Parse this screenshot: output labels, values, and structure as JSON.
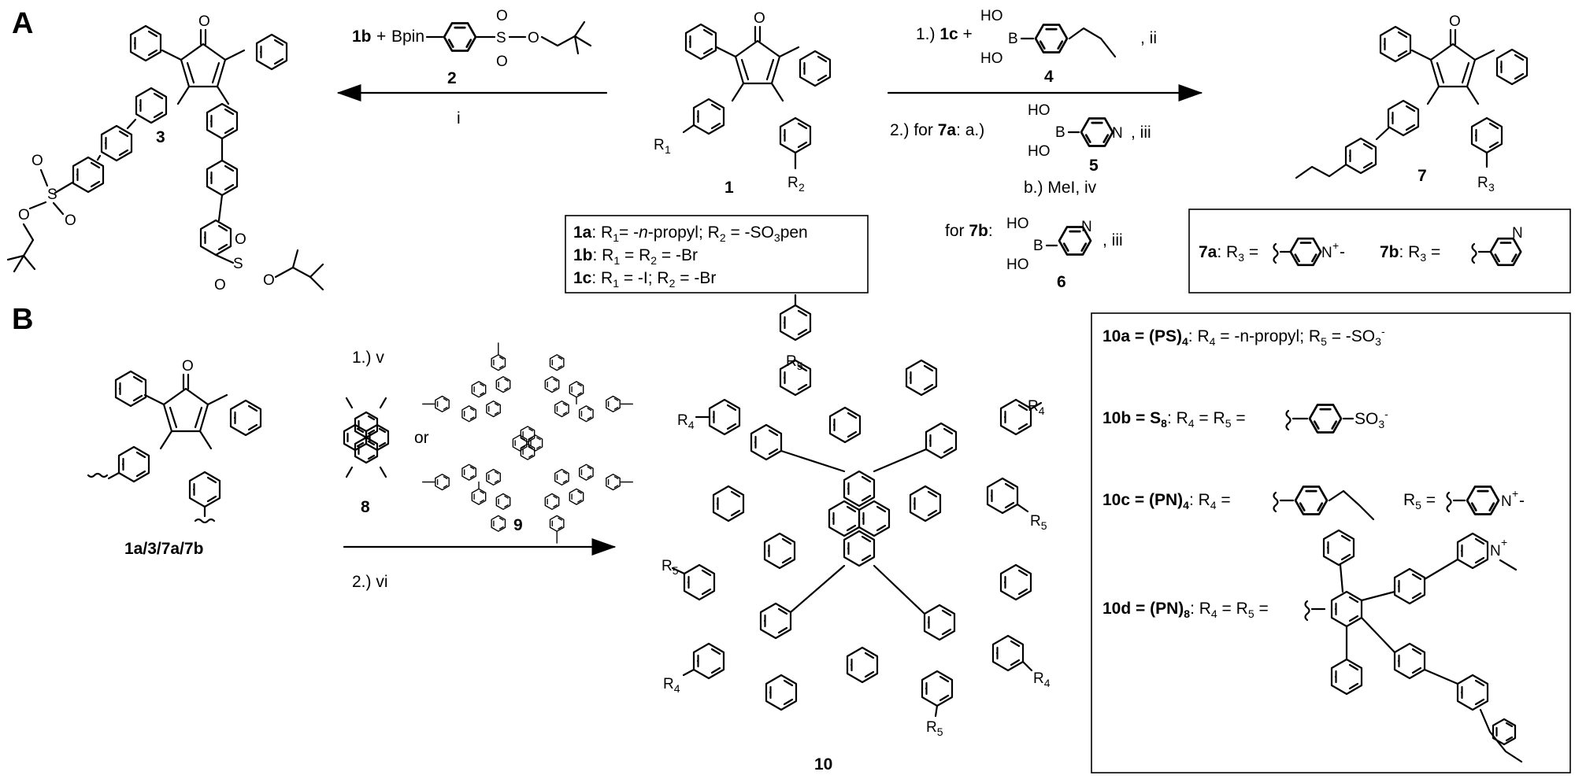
{
  "panels": {
    "a": "A",
    "b": "B"
  },
  "compounds": {
    "c1": "1",
    "c2": "2",
    "c3": "3",
    "c4": "4",
    "c5": "5",
    "c6": "6",
    "c7": "7",
    "c8": "8",
    "c9": "9",
    "c10": "10",
    "core_label": "1a/3/7a/7b"
  },
  "reagents": {
    "step_i": "i",
    "reagent_1b": "1b",
    "bpin": "Bpin",
    "step1_number": "1.)",
    "step1_1c": "1c",
    "step1_suffix": ", ii",
    "step2_prefix": "2.) for",
    "step2_7a": "7a",
    "step2_a": ":  a.)",
    "step2_suffix": ", iii",
    "step2b": "b.) MeI, iv",
    "for_text": "for",
    "for_7b": "7b",
    "for_7b_suffix": ", iii",
    "b_step1": "1.) v",
    "b_or": "or",
    "b_step2": "2.) vi"
  },
  "box1": {
    "line1": {
      "id": "1a",
      "text": ": R",
      "sub1": "1",
      "text2": "= -",
      "italic": "n",
      "text3": "-propyl; R",
      "sub2": "2",
      "text4": " = -SO",
      "sub3": "3",
      "text5": "pen"
    },
    "line2": {
      "id": "1b",
      "text": ": R",
      "sub1": "1",
      "text2": " = R",
      "sub2": "2",
      "text3": " = -Br"
    },
    "line3": {
      "id": "1c",
      "text": ": R",
      "sub1": "1",
      "text2": " = -I; R",
      "sub2": "2",
      "text3": " = -Br"
    }
  },
  "box7": {
    "item1": {
      "id": "7a",
      "text": ": R",
      "sub": "3",
      "eq": " ="
    },
    "item2": {
      "id": "7b",
      "text": ": R",
      "sub": "3",
      "eq": " ="
    }
  },
  "boxB": {
    "a": {
      "id": "10a = (PS)",
      "sub": "4",
      "text": ": R",
      "s1": "4",
      "t2": " = -n-propyl; R",
      "s2": "5",
      "t3": " = -SO",
      "s3": "3",
      "sup": "-"
    },
    "b": {
      "id": "10b = S",
      "sub": "8",
      "text": ": R",
      "s1": "4",
      "t2": " = R",
      "s2": "5",
      "t3": " =",
      "group": "SO",
      "gs": "3",
      "gsup": "-"
    },
    "c": {
      "id": "10c = (PN)",
      "sub": "4",
      "text": ": R",
      "s1": "4",
      "t2": " =",
      "r5": "R",
      "r5s": "5",
      "r5eq": " ="
    },
    "d": {
      "id": "10d = (PN)",
      "sub": "8",
      "text": ": R",
      "s1": "4",
      "t2": " = R",
      "s2": "5",
      "t3": " ="
    }
  },
  "atoms": {
    "O": "O",
    "S": "S",
    "B": "B",
    "N": "N",
    "HO": "HO",
    "Nplus": "N",
    "plus": "+",
    "minus": "-",
    "R1": "R",
    "R1s": "1",
    "R2": "R",
    "R2s": "2",
    "R3": "R",
    "R3s": "3",
    "R4": "R",
    "R4s": "4",
    "R5": "R",
    "R5s": "5"
  }
}
